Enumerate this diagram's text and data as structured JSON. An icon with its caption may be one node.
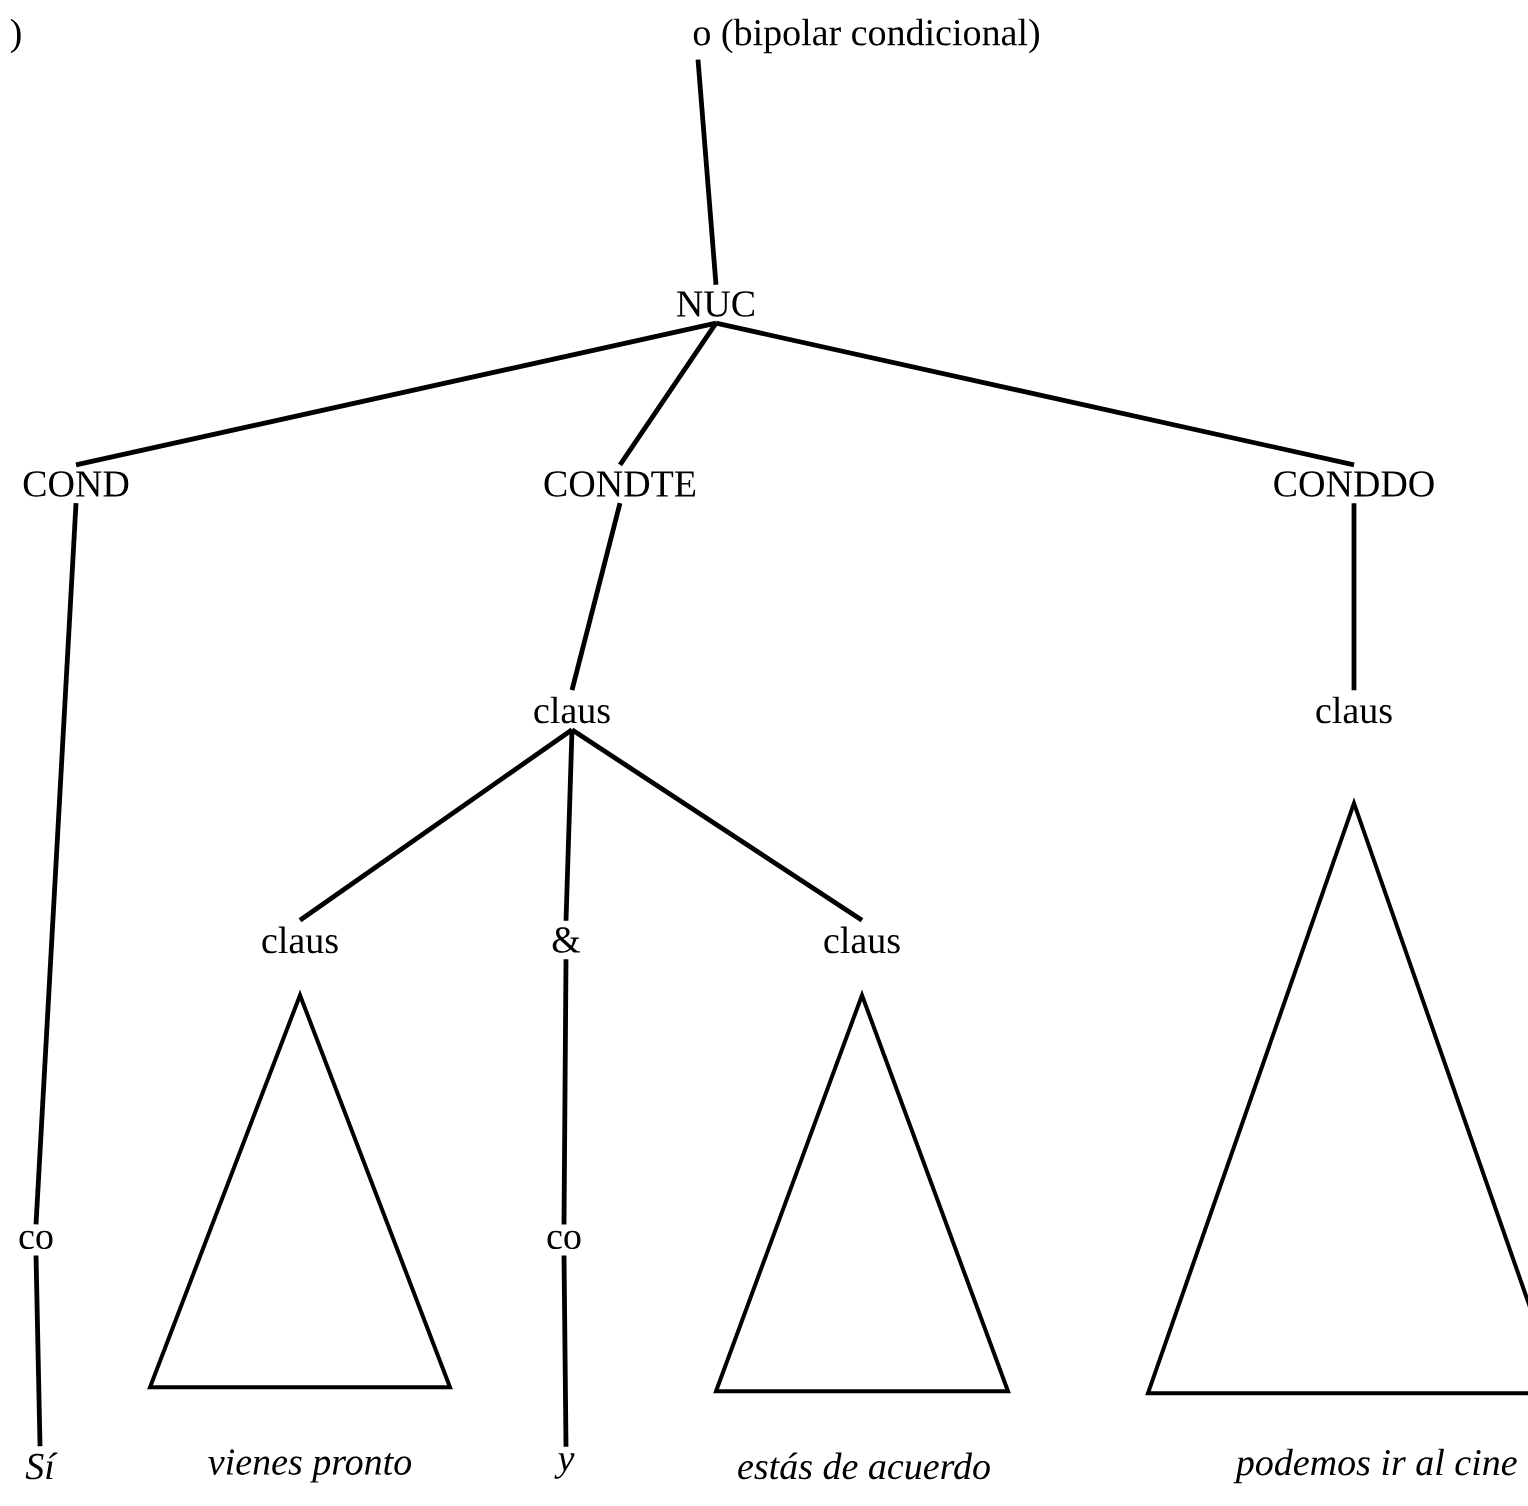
{
  "diagram": {
    "nodes": [
      {
        "text": [
          "o (bipolar condicional)"
        ]
      },
      {
        "text": [
          "NUC"
        ]
      },
      {
        "text": [
          "COND"
        ]
      },
      {
        "text": [
          "CONDTE"
        ]
      },
      {
        "text": [
          "CONDDO"
        ]
      },
      {
        "text": [
          "claus"
        ]
      },
      {
        "text": [
          "claus"
        ]
      },
      {
        "text": [
          "claus"
        ]
      },
      {
        "text": [
          "&"
        ]
      },
      {
        "text": [
          "claus"
        ]
      },
      {
        "text": [
          "co"
        ]
      },
      {
        "text": [
          "co"
        ]
      },
      {
        "text": [
          "Sí"
        ]
      },
      {
        "text": [
          "vienes pronto"
        ]
      },
      {
        "text": [
          "y"
        ]
      },
      {
        "text": [
          "estás de acuerdo"
        ]
      },
      {
        "text": [
          "podemos ir al cine"
        ]
      },
      {
        "text": [],
        "shape": "triangle"
      },
      {
        "text": [],
        "shape": "triangle"
      },
      {
        "text": [],
        "shape": "triangle"
      }
    ],
    "edges": [
      {
        "from": 0,
        "to": 1,
        "arrow": "none"
      },
      {
        "from": 1,
        "to": 2,
        "arrow": "none"
      },
      {
        "from": 1,
        "to": 3,
        "arrow": "none"
      },
      {
        "from": 1,
        "to": 4,
        "arrow": "none"
      },
      {
        "from": 2,
        "to": 10,
        "arrow": "none"
      },
      {
        "from": 3,
        "to": 5,
        "arrow": "none"
      },
      {
        "from": 4,
        "to": 6,
        "arrow": "none"
      },
      {
        "from": 5,
        "to": 7,
        "arrow": "none"
      },
      {
        "from": 5,
        "to": 8,
        "arrow": "none"
      },
      {
        "from": 5,
        "to": 9,
        "arrow": "none"
      },
      {
        "from": 10,
        "to": 12,
        "arrow": "none"
      },
      {
        "from": 8,
        "to": 11,
        "arrow": "none"
      },
      {
        "from": 11,
        "to": 14,
        "arrow": "none"
      }
    ],
    "labels": [
      ")"
    ]
  }
}
